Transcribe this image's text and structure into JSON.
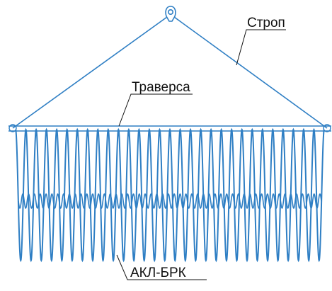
{
  "labels": {
    "sling": "Строп",
    "traverse": "Траверса",
    "unit": "АКЛ-БРК"
  },
  "colors": {
    "drawing": "#2f7fc4",
    "text": "#111111",
    "background": "#ffffff"
  }
}
